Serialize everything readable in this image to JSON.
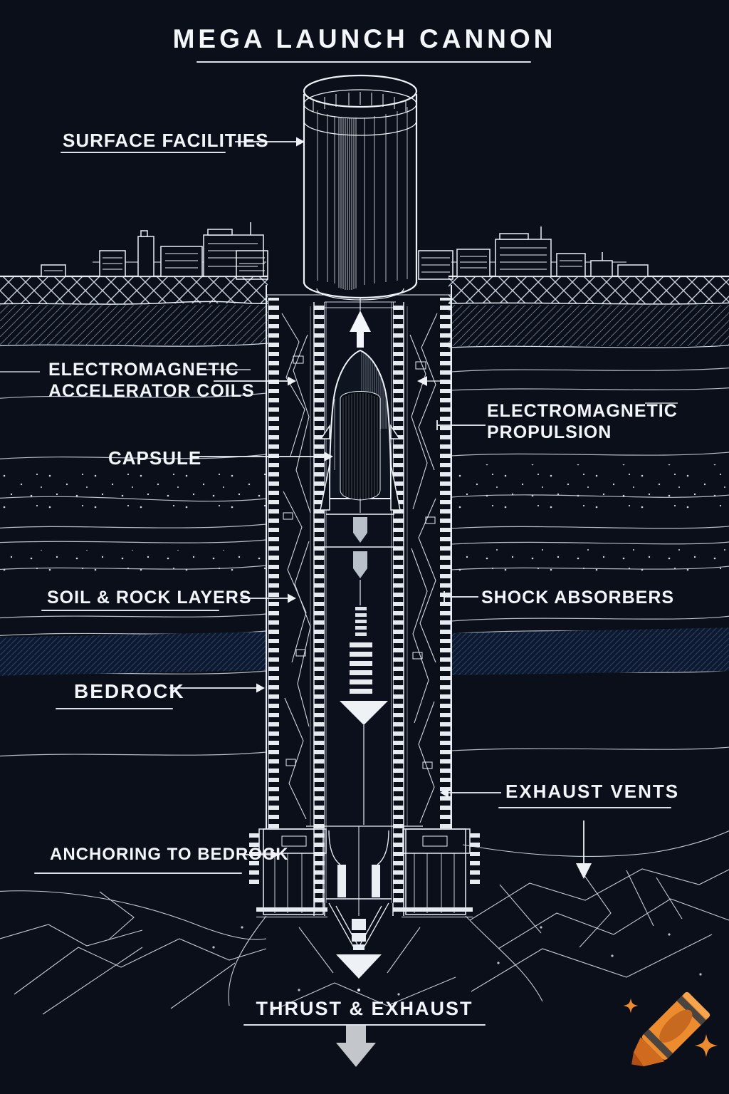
{
  "title": {
    "text": "MEGA LAUNCH CANNON"
  },
  "labels": {
    "surface_facilities": "SURFACE FACILITIES",
    "accelerator_coils": {
      "line1": "ELECTROMAGNETIC",
      "line2": "ACCELERATOR COILS"
    },
    "capsule": "CAPSULE",
    "electromagnetic_propulsion": {
      "line1": "ELECTROMAGNETIC",
      "line2": "PROPULSION"
    },
    "soil_rock_layers": "SOIL & ROCK LAYERS",
    "shock_absorbers": "SHOCK ABSORBERS",
    "bedrock": "BEDROCK",
    "exhaust_vents": "EXHAUST VENTS",
    "anchoring_to_bedrock": "ANCHORING TO BEDROCK",
    "thrust_exhaust": "THRUST & EXHAUST"
  },
  "colors": {
    "background": "#0a0f1a",
    "line_white": "#eef2f7",
    "arrow_gray": "#c3c7cc",
    "accent_orange": "#ED8C2F"
  },
  "icons": {
    "watermark": "crayon-logo",
    "sparkle": "sparkle-icon"
  }
}
